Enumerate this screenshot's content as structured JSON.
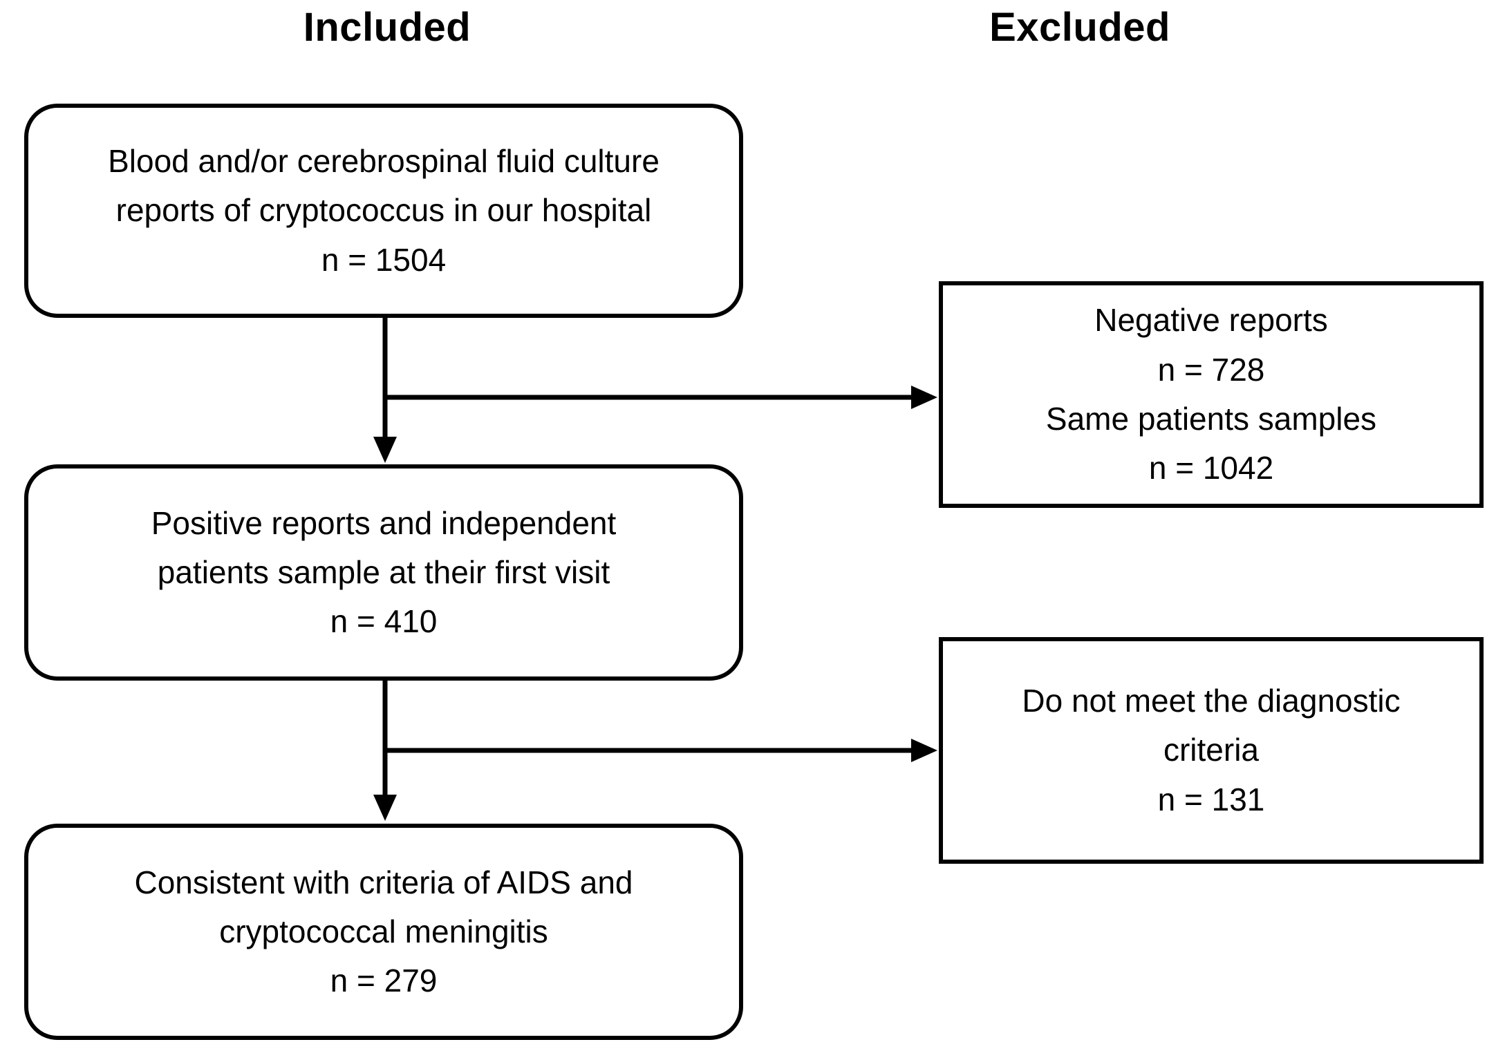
{
  "headers": {
    "included": "Included",
    "excluded": "Excluded"
  },
  "nodes": {
    "included": [
      {
        "name": "culture-reports",
        "lines": [
          "Blood and/or cerebrospinal fluid culture",
          "reports of cryptococcus in our hospital",
          "n = 1504"
        ]
      },
      {
        "name": "positive-reports",
        "lines": [
          "Positive reports and independent",
          "patients sample at their first visit",
          "n = 410"
        ]
      },
      {
        "name": "aids-cryptococcal-meningitis",
        "lines": [
          "Consistent with criteria of AIDS and",
          "cryptococcal meningitis",
          "n = 279"
        ]
      }
    ],
    "excluded": [
      {
        "name": "negative-reports",
        "lines": [
          "Negative reports",
          "n = 728",
          "Same patients samples",
          "n = 1042"
        ]
      },
      {
        "name": "diagnostic-criteria-not-met",
        "lines": [
          "Do not meet the diagnostic",
          "criteria",
          "n = 131"
        ]
      }
    ]
  },
  "colors": {
    "background": "#ffffff",
    "stroke": "#000000",
    "text": "#000000"
  }
}
